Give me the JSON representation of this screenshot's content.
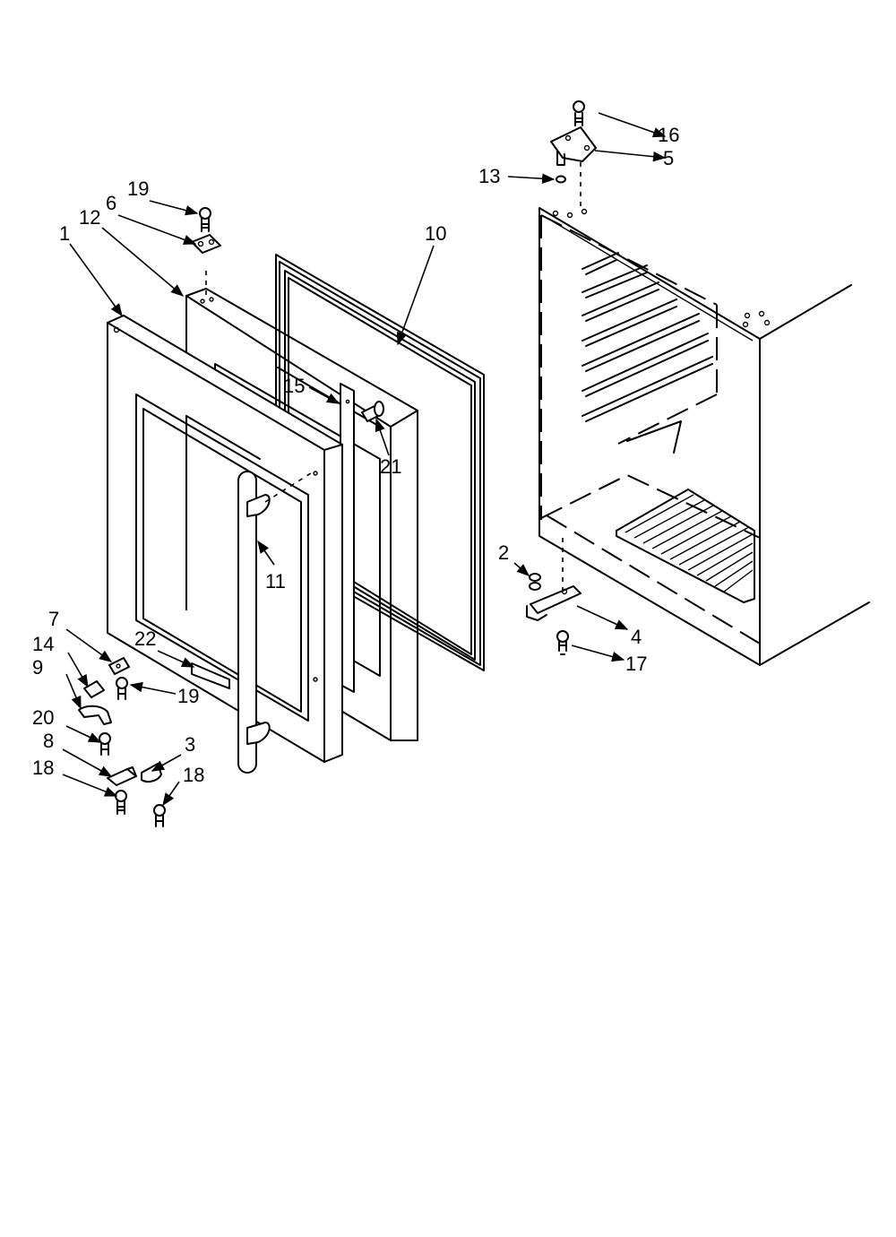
{
  "callouts": {
    "c1": "1",
    "c2": "2",
    "c3": "3",
    "c4": "4",
    "c5": "5",
    "c6": "6",
    "c7": "7",
    "c8": "8",
    "c9": "9",
    "c10": "10",
    "c11": "11",
    "c12": "12",
    "c13": "13",
    "c14": "14",
    "c15": "15",
    "c16": "16",
    "c17": "17",
    "c18a": "18",
    "c18b": "18",
    "c19a": "19",
    "c19b": "19",
    "c20": "20",
    "c21": "21",
    "c22": "22"
  }
}
